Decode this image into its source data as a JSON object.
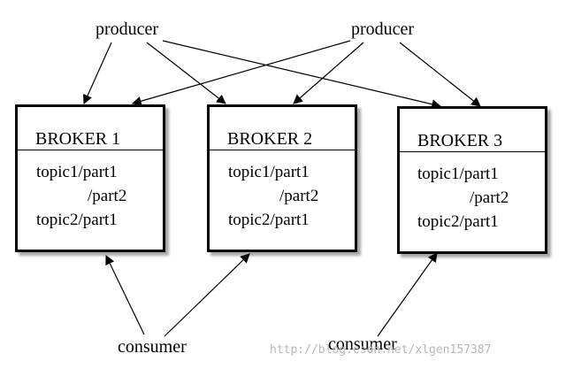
{
  "producers": [
    "producer",
    "producer"
  ],
  "brokers": [
    {
      "title": "BROKER 1",
      "lines": [
        "topic1/part1",
        "/part2",
        "topic2/part1"
      ]
    },
    {
      "title": "BROKER 2",
      "lines": [
        "topic1/part1",
        "/part2",
        "topic2/part1"
      ]
    },
    {
      "title": "BROKER 3",
      "lines": [
        "topic1/part1",
        "/part2",
        "topic2/part1"
      ]
    }
  ],
  "consumers": [
    "consumer",
    "consumer"
  ],
  "watermark": "http://blog.csdn.net/xlgen157387"
}
